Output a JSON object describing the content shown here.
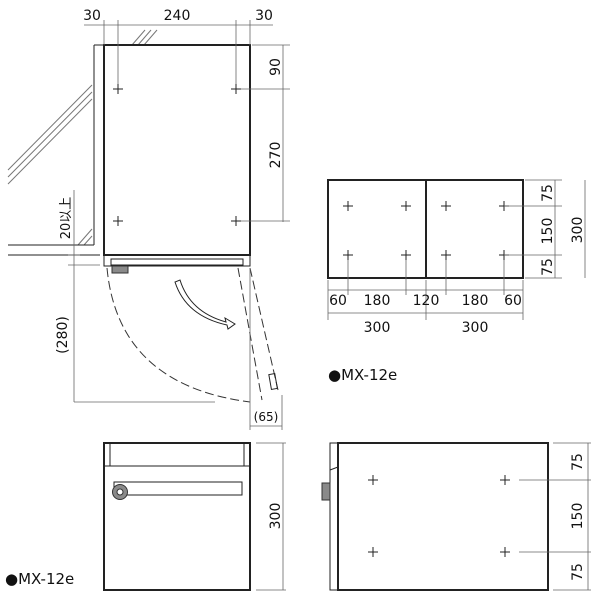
{
  "top_view": {
    "dims_top": [
      "30",
      "240",
      "30"
    ],
    "dims_right": [
      "90",
      "270"
    ],
    "wall_clearance": "20以上",
    "door_swing": "(280)",
    "door_offset": "(65)"
  },
  "back_view": {
    "dims_right": [
      "75",
      "150",
      "75"
    ],
    "dim_height": "300",
    "dims_bottom": [
      "60",
      "180",
      "120",
      "180",
      "60"
    ],
    "dims_bottom_total": [
      "300",
      "300"
    ],
    "label": "●MX-12e"
  },
  "front_view": {
    "dim_height": "300",
    "label": "●MX-12e"
  },
  "side_view": {
    "dims_right": [
      "75",
      "150",
      "75"
    ]
  },
  "colors": {
    "line": "#222222",
    "grey_part": "#8a8a8a"
  }
}
